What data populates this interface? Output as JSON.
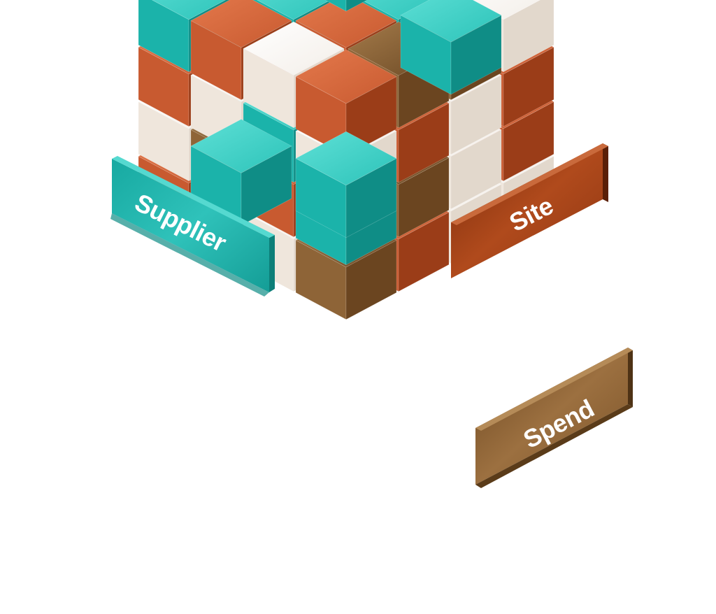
{
  "diagram": {
    "labels": {
      "supplier": "Supplier",
      "site": "Site",
      "spend": "Spend"
    },
    "colors": {
      "teal": "#1cb5ad",
      "orange": "#c4552c",
      "brown": "#8f6538",
      "cream": "#efe7dd",
      "site_banner": "#a44418",
      "spend_banner": "#8c6334",
      "supplier_banner": "#22b8b0"
    }
  }
}
